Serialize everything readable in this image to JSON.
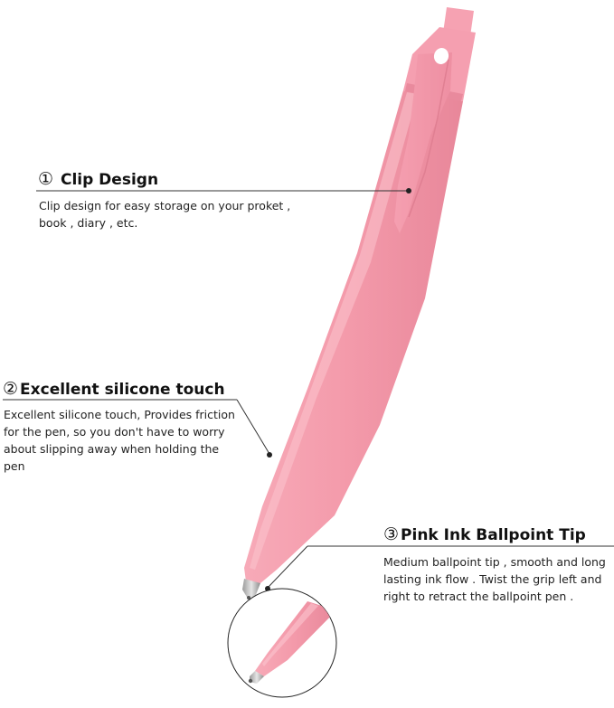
{
  "features": [
    {
      "number": "①",
      "title": "Clip Design",
      "description": "Clip design for easy storage on your proket , book , diary , etc."
    },
    {
      "number": "②",
      "title": "Excellent silicone touch",
      "description": "Excellent silicone touch, Provides friction for the pen, so you don't have to worry about slipping away when holding the pen"
    },
    {
      "number": "③",
      "title": "Pink Ink Ballpoint Tip",
      "description": "Medium ballpoint tip , smooth and long lasting ink flow . Twist the grip left and right to retract the ballpoint pen ."
    }
  ],
  "colors": {
    "pen_body": "#f49bab",
    "pen_shadow": "#e07f92",
    "pen_highlight": "#fbc3cd",
    "tip_metal": "#c9c9c9",
    "callout_line": "#333333"
  }
}
